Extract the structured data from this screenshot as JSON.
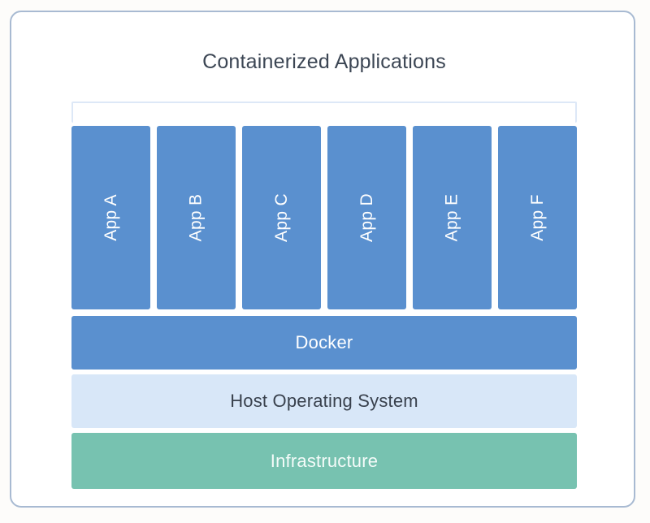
{
  "page": {
    "background_color": "#fdfcfa"
  },
  "card": {
    "border_color": "#a8bad2",
    "background_color": "#ffffff"
  },
  "diagram": {
    "title": "Containerized Applications",
    "title_color": "#3c4654",
    "bracket_color": "#dde8f7",
    "apps": [
      {
        "label": "App A"
      },
      {
        "label": "App B"
      },
      {
        "label": "App C"
      },
      {
        "label": "App D"
      },
      {
        "label": "App E"
      },
      {
        "label": "App F"
      }
    ],
    "layers": [
      {
        "label": "Docker",
        "color": "#5a90cf",
        "text_color": "#ffffff"
      },
      {
        "label": "Host Operating System",
        "color": "#d8e7f8",
        "text_color": "#39414d"
      },
      {
        "label": "Infrastructure",
        "color": "#77c2b0",
        "text_color": "#f4fbf9"
      }
    ],
    "app_box_color": "#5a90cf",
    "app_label_color": "#ffffff"
  }
}
